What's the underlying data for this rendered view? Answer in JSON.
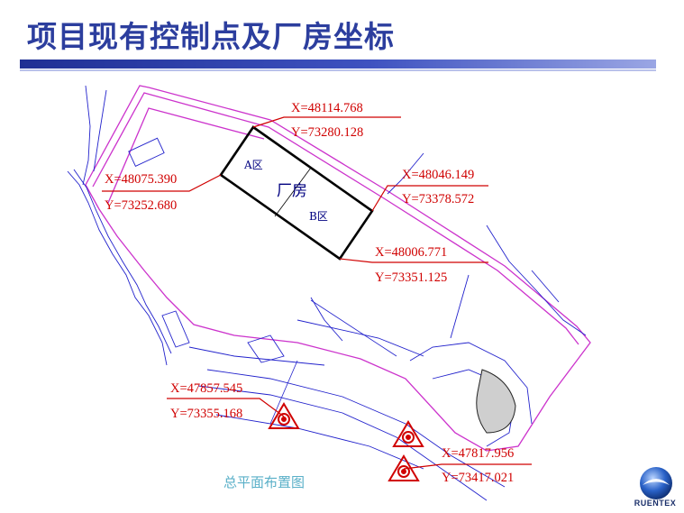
{
  "title": "项目现有控制点及厂房坐标",
  "building": {
    "label": "厂房",
    "zone_a": "A区",
    "zone_b": "B区"
  },
  "coordinates": [
    {
      "x": "X=48114.768",
      "y": "Y=73280.128"
    },
    {
      "x": "X=48075.390",
      "y": "Y=73252.680"
    },
    {
      "x": "X=48046.149",
      "y": "Y=73378.572"
    },
    {
      "x": "X=48006.771",
      "y": "Y=73351.125"
    },
    {
      "x": "X=47857.545",
      "y": "Y=73355.168"
    },
    {
      "x": "X=47817.956",
      "y": "Y=73417.021"
    }
  ],
  "caption": "总平面布置图",
  "logo": {
    "text": "RUENTEX"
  },
  "colors": {
    "title": "#2c3e9e",
    "coordinate_text": "#d00000",
    "site_outline": "#cc33cc",
    "road_lines": "#2222cc",
    "building_outline": "#000000",
    "caption": "#5ab0c8"
  },
  "control_point_icon": "triangle-survey-marker-icon"
}
